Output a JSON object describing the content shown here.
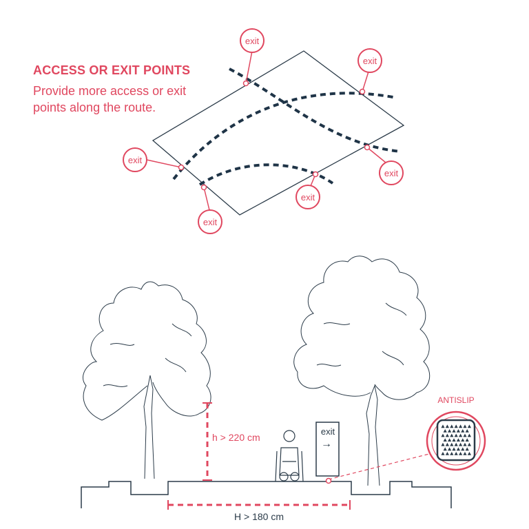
{
  "colors": {
    "accent": "#e0475f",
    "line": "#2a3a48",
    "path": "#1f3447"
  },
  "header": {
    "title": "ACCESS OR EXIT POINTS",
    "description": "Provide more access or exit points along the route."
  },
  "exit_markers": [
    {
      "label": "exit"
    },
    {
      "label": "exit"
    },
    {
      "label": "exit"
    },
    {
      "label": "exit"
    },
    {
      "label": "exit"
    },
    {
      "label": "exit"
    }
  ],
  "section": {
    "clearance_height_label": "h > 220 cm",
    "path_width_label": "H > 180 cm",
    "sign_label": "exit",
    "sign_arrow": "→",
    "antislip_label": "ANTISLIP"
  }
}
